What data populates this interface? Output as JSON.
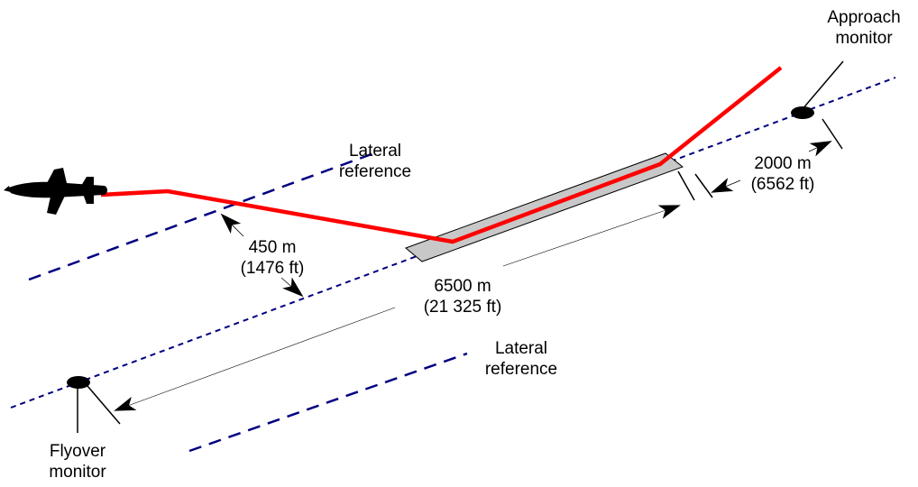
{
  "labels": {
    "approach_monitor": [
      "Approach",
      "monitor"
    ],
    "flyover_monitor": [
      "Flyover",
      "monitor"
    ],
    "lateral_reference_upper": [
      "Lateral",
      "reference"
    ],
    "lateral_reference_lower": [
      "Lateral",
      "reference"
    ],
    "lateral_distance": [
      "450 m",
      "(1476 ft)"
    ],
    "runway_to_flyover_distance": [
      "6500 m",
      "(21 325 ft)"
    ],
    "runway_to_approach_distance": [
      "2000 m",
      "(6562 ft)"
    ]
  },
  "colors": {
    "flight_path": "#ff0000",
    "reference_lines": "#000080",
    "runway_fill": "#c8c8c8",
    "runway_stroke": "#000000",
    "text": "#000000",
    "aircraft": "#000000",
    "monitors": "#000000"
  },
  "icons": {
    "aircraft": "airplane-icon",
    "monitor": "monitor-marker-icon"
  }
}
